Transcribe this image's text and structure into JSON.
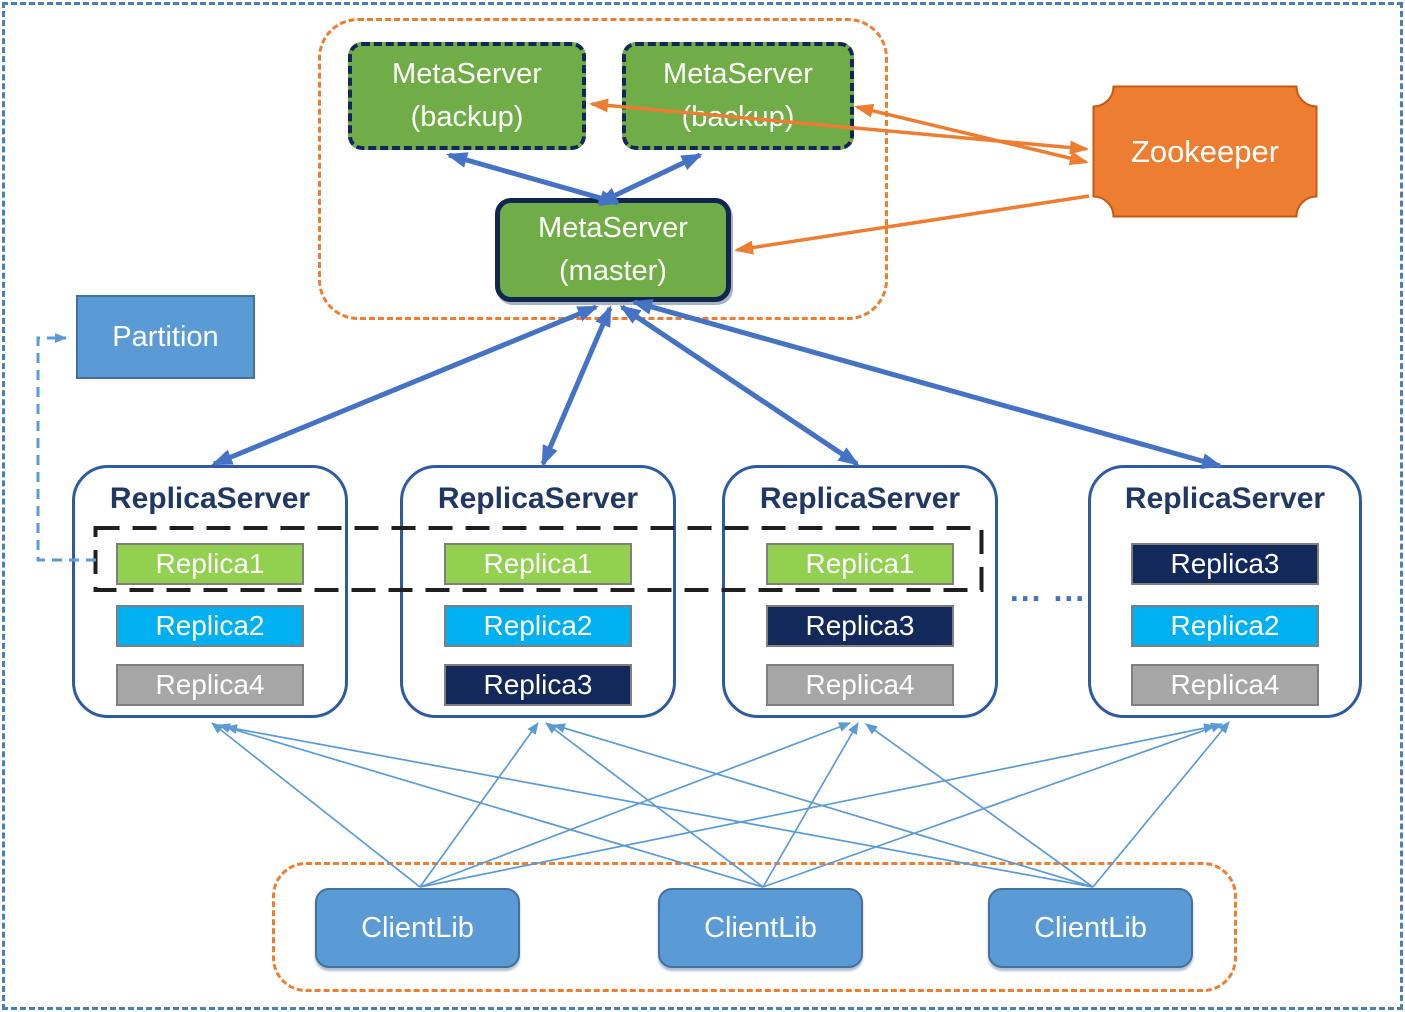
{
  "diagram": {
    "meta_cluster": {
      "backups": [
        {
          "name": "MetaServer",
          "role": "(backup)"
        },
        {
          "name": "MetaServer",
          "role": "(backup)"
        }
      ],
      "master": {
        "name": "MetaServer",
        "role": "(master)"
      }
    },
    "zookeeper": {
      "label": "Zookeeper"
    },
    "partition": {
      "label": "Partition"
    },
    "ellipsis": "... ...",
    "replica_servers": [
      {
        "title": "ReplicaServer",
        "replicas": [
          {
            "label": "Replica1",
            "color": "#92D050"
          },
          {
            "label": "Replica2",
            "color": "#00B0F0"
          },
          {
            "label": "Replica4",
            "color": "#A6A6A6"
          }
        ]
      },
      {
        "title": "ReplicaServer",
        "replicas": [
          {
            "label": "Replica1",
            "color": "#92D050"
          },
          {
            "label": "Replica2",
            "color": "#00B0F0"
          },
          {
            "label": "Replica3",
            "color": "#14295B"
          }
        ]
      },
      {
        "title": "ReplicaServer",
        "replicas": [
          {
            "label": "Replica1",
            "color": "#92D050"
          },
          {
            "label": "Replica3",
            "color": "#14295B"
          },
          {
            "label": "Replica4",
            "color": "#A6A6A6"
          }
        ]
      },
      {
        "title": "ReplicaServer",
        "replicas": [
          {
            "label": "Replica3",
            "color": "#14295B"
          },
          {
            "label": "Replica2",
            "color": "#00B0F0"
          },
          {
            "label": "Replica4",
            "color": "#A6A6A6"
          }
        ]
      }
    ],
    "clients": [
      {
        "label": "ClientLib"
      },
      {
        "label": "ClientLib"
      },
      {
        "label": "ClientLib"
      }
    ],
    "colors": {
      "meta_green": "#70AD47",
      "navy_border": "#13265B",
      "title_navy": "#1F3864",
      "orange": "#ED7D31",
      "arrow_blue": "#4472C4",
      "light_blue": "#5B9BD5",
      "replica1_green": "#92D050",
      "replica2_cyan": "#00B0F0",
      "replica3_navy": "#14295B",
      "replica4_gray": "#A6A6A6",
      "frame_blue": "#4A7FB5"
    }
  }
}
